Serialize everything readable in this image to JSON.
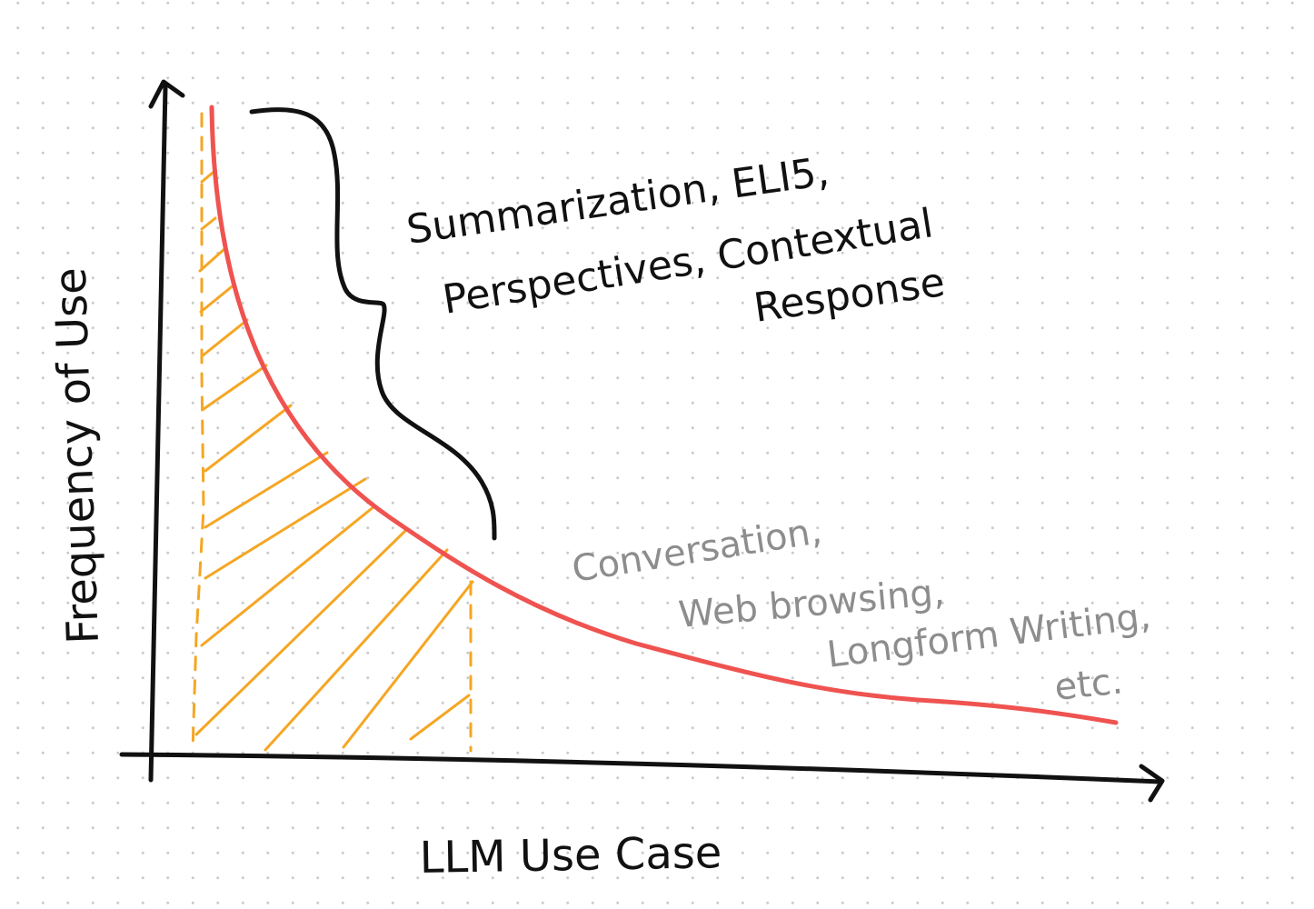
{
  "axes": {
    "x_label": "LLM Use Case",
    "y_label": "Frequency of Use"
  },
  "annotations": {
    "head": {
      "line1": "Summarization,  ELI5,",
      "line2": "Perspectives,  Contextual",
      "line3": "Response"
    },
    "tail": {
      "line1": "Conversation,",
      "line2": "Web browsing,",
      "line3": "Longform Writing,",
      "line4": "etc."
    }
  },
  "colors": {
    "curve": "#ef5350",
    "hatch": "#f5a623",
    "ink": "#111111",
    "tail_text": "#8d8d8d",
    "grid_dots": "#c9c9c9"
  }
}
